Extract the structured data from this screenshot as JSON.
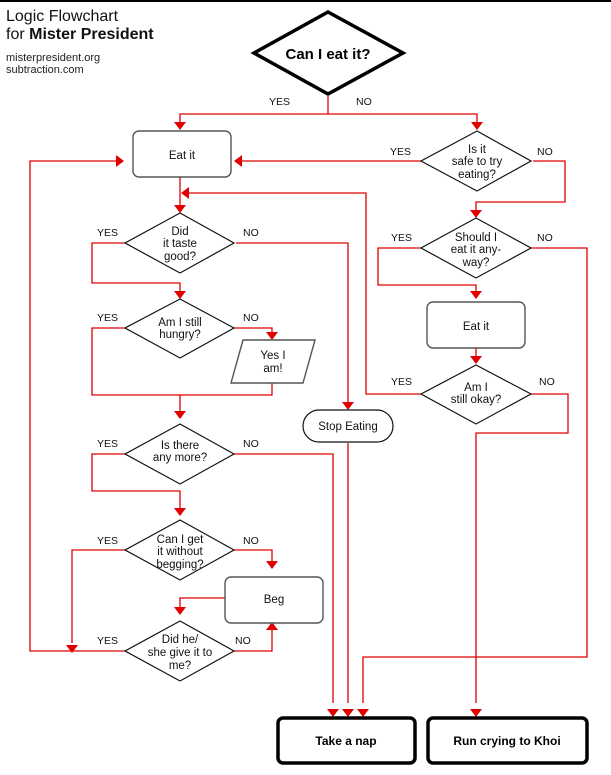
{
  "header": {
    "title_line1": "Logic Flowchart",
    "title_line2_prefix": "for ",
    "title_line2_bold": "Mister President",
    "link1": "misterpresident.org",
    "link2": "subtraction.com"
  },
  "colors": {
    "connector": "#e00000",
    "outline": "#111111",
    "background": "#ffffff"
  },
  "nodes": {
    "start": {
      "type": "decision",
      "lines": [
        "Can I eat it?"
      ]
    },
    "eat_it_1": {
      "type": "process",
      "lines": [
        "Eat it"
      ]
    },
    "safe_to_try": {
      "type": "decision",
      "lines": [
        "Is it",
        "safe to try",
        "eating?"
      ]
    },
    "taste_good": {
      "type": "decision",
      "lines": [
        "Did",
        "it taste",
        "good?"
      ]
    },
    "eat_anyway": {
      "type": "decision",
      "lines": [
        "Should I",
        "eat it any-",
        "way?"
      ]
    },
    "still_hungry": {
      "type": "decision",
      "lines": [
        "Am I still",
        "hungry?"
      ]
    },
    "yes_i_am": {
      "type": "io",
      "lines": [
        "Yes I",
        "am!"
      ]
    },
    "eat_it_2": {
      "type": "process",
      "lines": [
        "Eat it"
      ]
    },
    "still_okay": {
      "type": "decision",
      "lines": [
        "Am I",
        "still okay?"
      ]
    },
    "stop_eating": {
      "type": "terminal",
      "lines": [
        "Stop Eating"
      ]
    },
    "any_more": {
      "type": "decision",
      "lines": [
        "Is there",
        "any more?"
      ]
    },
    "without_begging": {
      "type": "decision",
      "lines": [
        "Can I get",
        "it without",
        "begging?"
      ]
    },
    "beg": {
      "type": "process",
      "lines": [
        "Beg"
      ]
    },
    "give_it": {
      "type": "decision",
      "lines": [
        "Did he/",
        "she give it to",
        "me?"
      ]
    },
    "take_nap": {
      "type": "end",
      "lines": [
        "Take a nap"
      ]
    },
    "run_crying": {
      "type": "end",
      "lines": [
        "Run crying to Khoi"
      ]
    }
  },
  "edges": [
    {
      "from": "start",
      "to": "eat_it_1",
      "label": "YES"
    },
    {
      "from": "start",
      "to": "safe_to_try",
      "label": "NO"
    },
    {
      "from": "safe_to_try",
      "to": "eat_it_1",
      "label": "YES"
    },
    {
      "from": "safe_to_try",
      "to": "eat_anyway",
      "label": "NO"
    },
    {
      "from": "eat_it_1",
      "to": "taste_good",
      "label": ""
    },
    {
      "from": "taste_good",
      "to": "still_hungry",
      "label": "YES"
    },
    {
      "from": "taste_good",
      "to": "stop_eating",
      "label": "NO"
    },
    {
      "from": "eat_anyway",
      "to": "eat_it_2",
      "label": "YES"
    },
    {
      "from": "eat_anyway",
      "to": "take_nap",
      "label": "NO"
    },
    {
      "from": "still_hungry",
      "to": "any_more",
      "label": "YES"
    },
    {
      "from": "still_hungry",
      "to": "yes_i_am",
      "label": "NO"
    },
    {
      "from": "yes_i_am",
      "to": "any_more",
      "label": ""
    },
    {
      "from": "eat_it_2",
      "to": "still_okay",
      "label": ""
    },
    {
      "from": "still_okay",
      "to": "taste_good",
      "label": "YES"
    },
    {
      "from": "still_okay",
      "to": "run_crying",
      "label": "NO"
    },
    {
      "from": "stop_eating",
      "to": "take_nap",
      "label": ""
    },
    {
      "from": "any_more",
      "to": "without_begging",
      "label": "YES"
    },
    {
      "from": "any_more",
      "to": "take_nap",
      "label": "NO"
    },
    {
      "from": "without_begging",
      "to": "eat_it_1",
      "label": "YES"
    },
    {
      "from": "without_begging",
      "to": "beg",
      "label": "NO"
    },
    {
      "from": "beg",
      "to": "give_it",
      "label": ""
    },
    {
      "from": "give_it",
      "to": "eat_it_1",
      "label": "YES"
    },
    {
      "from": "give_it",
      "to": "beg",
      "label": "NO"
    }
  ],
  "labels": {
    "yes": "YES",
    "no": "NO"
  }
}
